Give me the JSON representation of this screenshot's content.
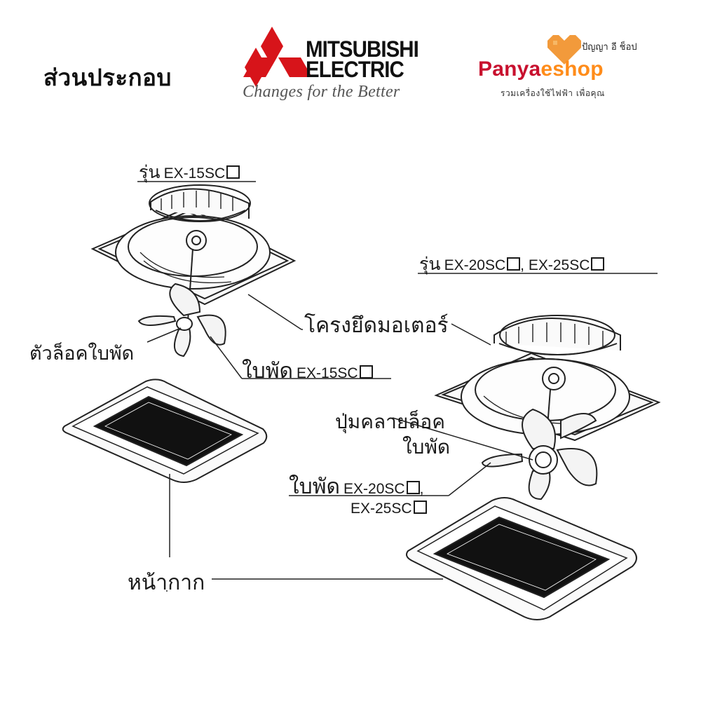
{
  "header": {
    "title": "ส่วนประกอบ",
    "brand": {
      "name_line1": "MITSUBISHI",
      "name_line2": "ELECTRIC",
      "slogan": "Changes for the Better",
      "color": "#d7141a"
    },
    "shop": {
      "name_part1": "Panya",
      "name_part2": "eshop",
      "thai_name": "ปัญญา อี ช็อป",
      "tagline": "รวมเครื่องใช้ไฟฟ้า เพื่อคุณ",
      "color_primary": "#c8102e",
      "color_accent": "#ff8c1a"
    }
  },
  "labels": {
    "model_small_prefix": "รุ่น",
    "model_small_code": "EX-15SC",
    "model_large_prefix": "รุ่น",
    "model_large_code_1": "EX-20SC",
    "model_large_code_2": ", EX-25SC",
    "motor_frame": "โครงยึดมอเตอร์",
    "blade_lock": "ตัวล็อคใบพัด",
    "blade_small": "ใบพัด",
    "blade_small_code": "EX-15SC",
    "release_button_line1": "ปุ่มคลายล็อค",
    "release_button_line2": "ใบพัด",
    "blade_large": "ใบพัด",
    "blade_large_code_1": "EX-20SC",
    "blade_large_code_1_suffix": ",",
    "blade_large_code_2": "EX-25SC",
    "grille": "หน้ากาก"
  }
}
